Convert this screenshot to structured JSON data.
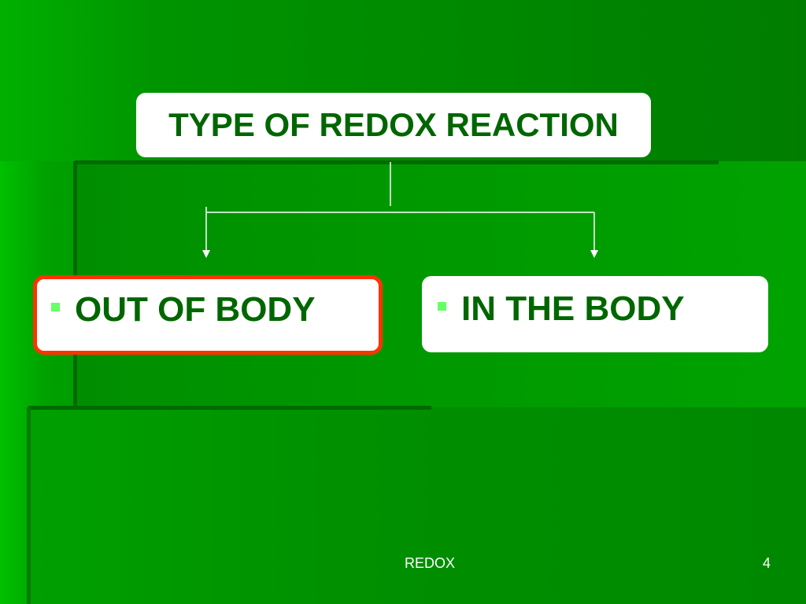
{
  "diagram": {
    "title": "TYPE OF REDOX REACTION",
    "branches": [
      {
        "label": "OUT OF BODY",
        "highlighted": true
      },
      {
        "label": "IN THE BODY",
        "highlighted": false
      }
    ]
  },
  "footer": {
    "title": "REDOX",
    "page_number": "4"
  },
  "colors": {
    "text_green": "#006600",
    "highlight_border": "#ff3300",
    "bullet": "#66ff66",
    "box_background": "#ffffff"
  }
}
